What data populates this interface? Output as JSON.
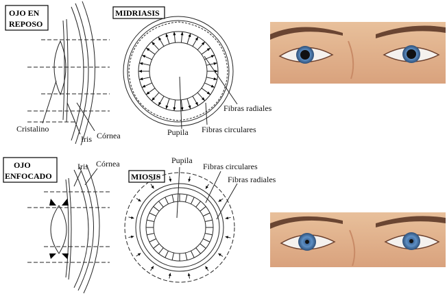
{
  "top": {
    "eye_box_label": [
      "OJO EN",
      "REPOSO"
    ],
    "pupil_box_label": "MIDRIASIS",
    "labels": {
      "cristalino": "Cristalino",
      "iris": "Iris",
      "cornea": "Córnea",
      "pupila": "Pupila",
      "fibras_radiales": "Fibras radiales",
      "fibras_circulares": "Fibras circulares"
    }
  },
  "bottom": {
    "eye_box_label": [
      "OJO",
      "ENFOCADO"
    ],
    "pupil_box_label": "MIOSIS",
    "labels": {
      "iris": "Iris",
      "cornea": "Córnea",
      "pupila": "Pupila",
      "fibras_circulares": "Fibras circulares",
      "fibras_radiales": "Fibras radiales"
    }
  },
  "colors": {
    "skin": "#e2b48f",
    "iris_blue": "#5d8fc4",
    "pupil": "#111111"
  }
}
